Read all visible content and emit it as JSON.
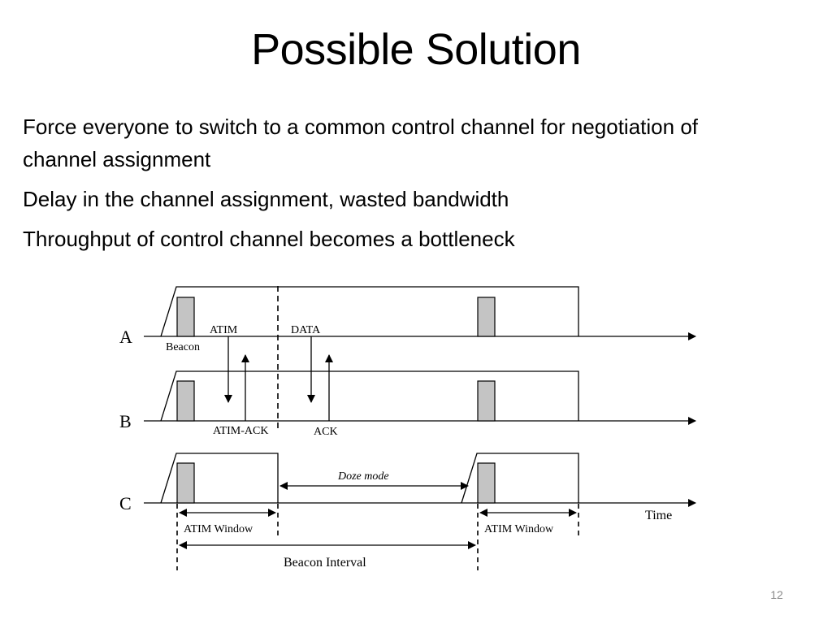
{
  "slide": {
    "title": "Possible Solution",
    "bullets": [
      "Force everyone to switch to a common control channel for negotiation of channel assignment",
      "Delay in the channel assignment, wasted bandwidth",
      "Throughput of control channel becomes a bottleneck"
    ],
    "page_number": "12"
  },
  "diagram": {
    "rows": [
      {
        "label": "A"
      },
      {
        "label": "B"
      },
      {
        "label": "C"
      }
    ],
    "labels": {
      "beacon": "Beacon",
      "atim": "ATIM",
      "data": "DATA",
      "atim_ack": "ATIM-ACK",
      "ack": "ACK",
      "doze_mode": "Doze mode",
      "time": "Time",
      "atim_window": "ATIM Window",
      "beacon_interval": "Beacon Interval"
    },
    "colors": {
      "beacon_fill": "#c4c4c4",
      "line": "#000000"
    }
  }
}
